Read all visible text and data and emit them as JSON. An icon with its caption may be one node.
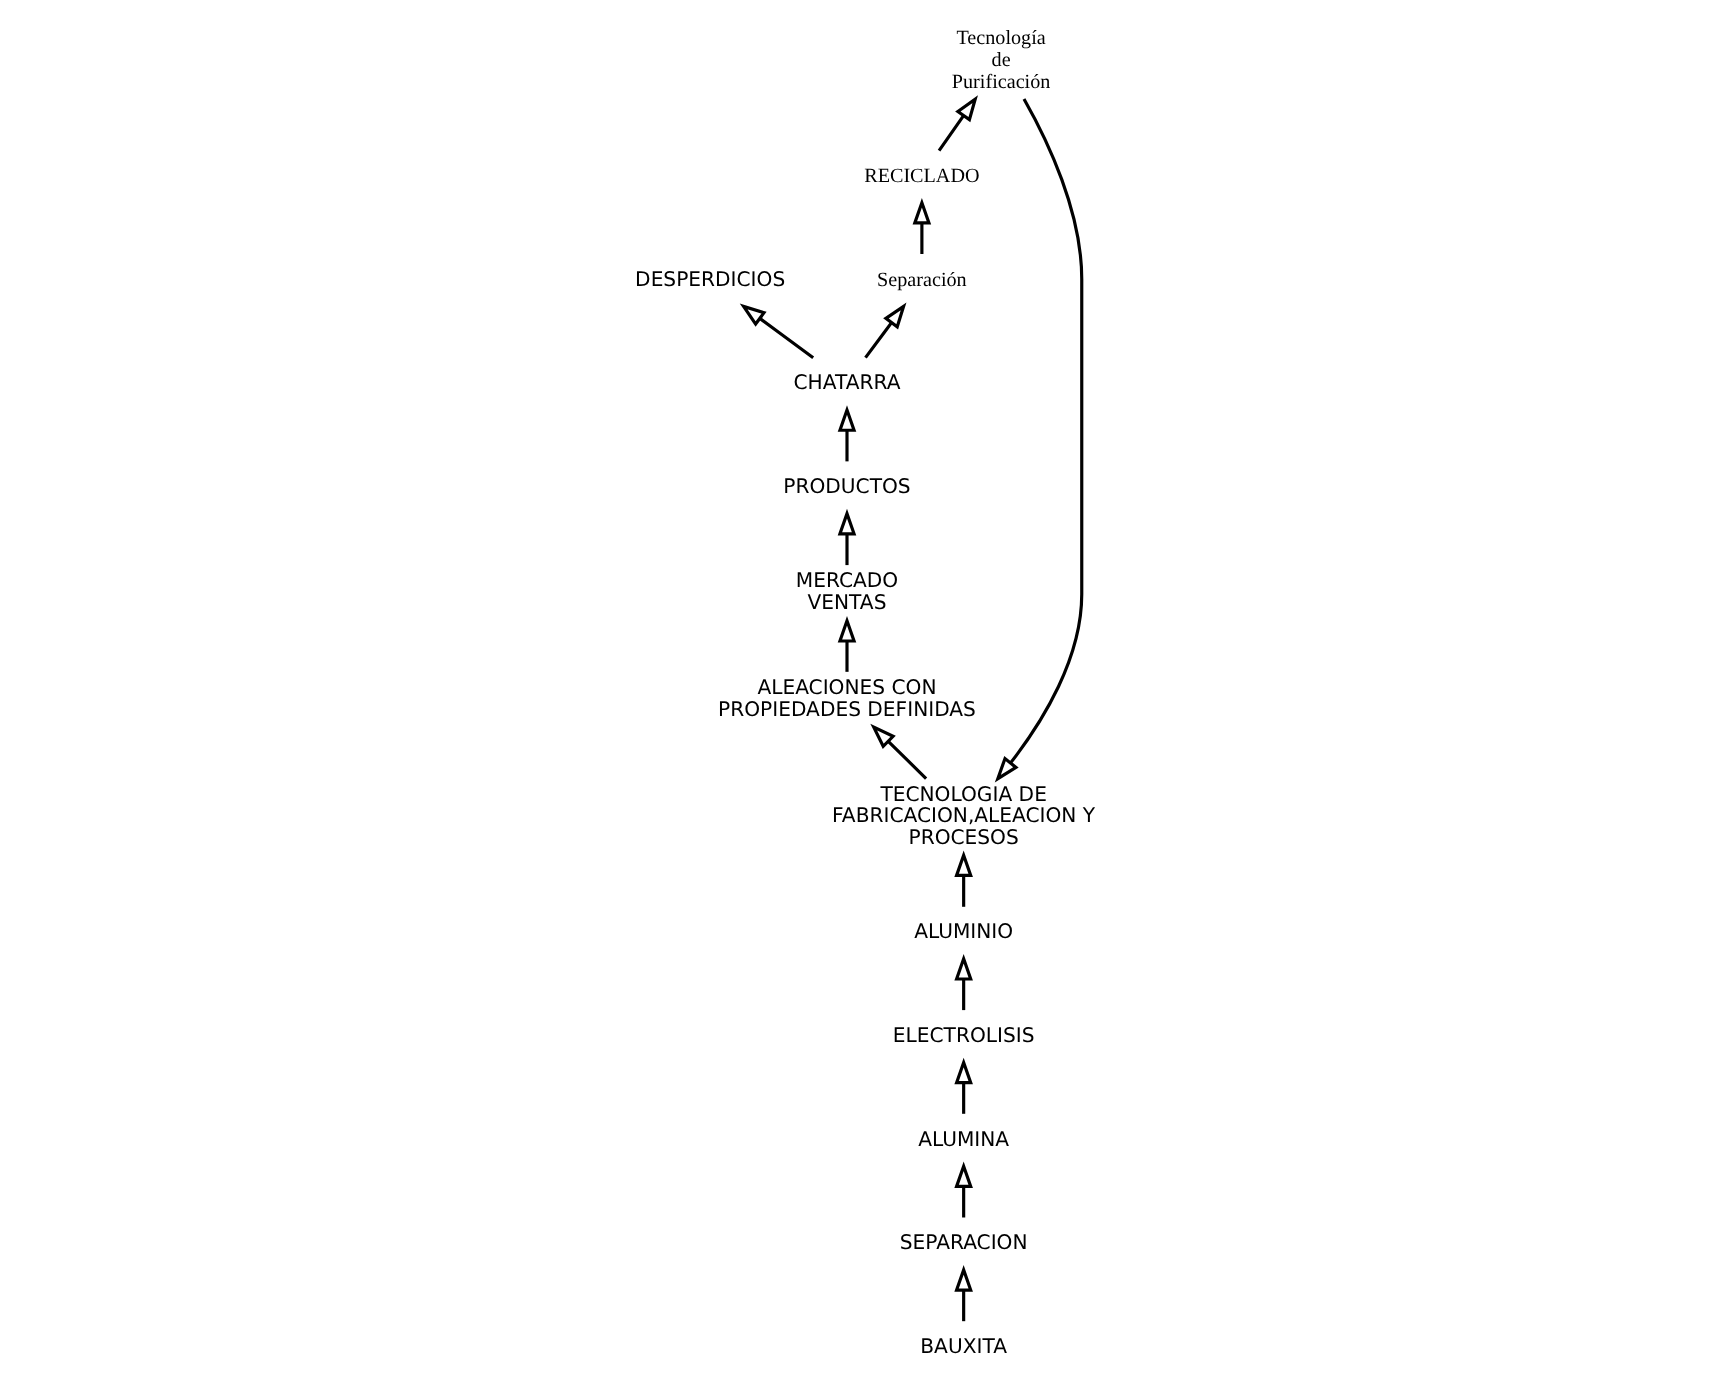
{
  "diagram": {
    "nodes": [
      {
        "text": [
          "BAUXITA"
        ]
      },
      {
        "text": [
          "SEPARACION"
        ]
      },
      {
        "text": [
          "ALUMINA"
        ]
      },
      {
        "text": [
          "ELECTROLISIS"
        ]
      },
      {
        "text": [
          "ALUMINIO"
        ]
      },
      {
        "text": [
          "TECNOLOGIA DE FABRICACION,ALEACION Y PROCESOS"
        ]
      },
      {
        "text": [
          "ALEACIONES CON PROPIEDADES DEFINIDAS"
        ]
      },
      {
        "text": [
          "MERCADO VENTAS"
        ]
      },
      {
        "text": [
          "PRODUCTOS"
        ]
      },
      {
        "text": [
          "CHATARRA"
        ]
      },
      {
        "text": [
          "DESPERDICIOS"
        ]
      },
      {
        "text": [
          "Separación"
        ]
      },
      {
        "text": [
          "RECICLADO"
        ]
      },
      {
        "text": [
          "Tecnología de Purificación"
        ]
      }
    ],
    "edges": [
      {
        "from": 0,
        "to": 1,
        "arrow": "to"
      },
      {
        "from": 1,
        "to": 2,
        "arrow": "to"
      },
      {
        "from": 2,
        "to": 3,
        "arrow": "to"
      },
      {
        "from": 3,
        "to": 4,
        "arrow": "to"
      },
      {
        "from": 4,
        "to": 5,
        "arrow": "to"
      },
      {
        "from": 5,
        "to": 6,
        "arrow": "to"
      },
      {
        "from": 6,
        "to": 7,
        "arrow": "to"
      },
      {
        "from": 7,
        "to": 8,
        "arrow": "to"
      },
      {
        "from": 8,
        "to": 9,
        "arrow": "to"
      },
      {
        "from": 9,
        "to": 10,
        "arrow": "to"
      },
      {
        "from": 9,
        "to": 11,
        "arrow": "to"
      },
      {
        "from": 11,
        "to": 12,
        "arrow": "to"
      },
      {
        "from": 12,
        "to": 13,
        "arrow": "to"
      },
      {
        "from": 13,
        "to": 5,
        "arrow": "to"
      }
    ]
  }
}
